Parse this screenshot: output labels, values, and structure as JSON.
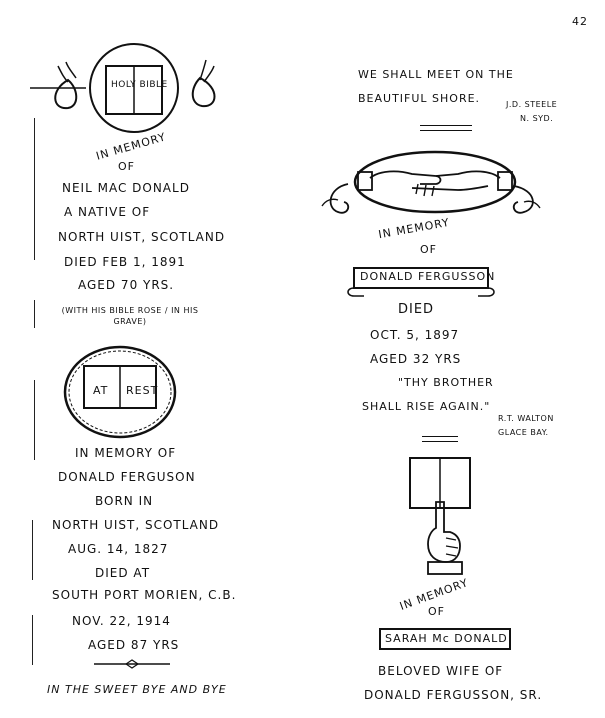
{
  "page": {
    "number": "42"
  },
  "left": {
    "bible_label": "HOLY BIBLE",
    "memory_arc": "IN MEMORY",
    "of": "OF",
    "neil": {
      "name": "NEIL MAC DONALD",
      "native": "A NATIVE OF",
      "place": "NORTH UIST, SCOTLAND",
      "died": "DIED FEB 1, 1891",
      "aged": "AGED 70 YRS.",
      "note": "(WITH HIS BIBLE ROSE / IN HIS GRAVE)"
    },
    "rest_label_1": "AT",
    "rest_label_2": "REST",
    "donald": {
      "heading": "IN MEMORY OF",
      "name": "DONALD FERGUSON",
      "born": "BORN IN",
      "place": "NORTH UIST, SCOTLAND",
      "birth_date": "AUG. 14, 1827",
      "died": "DIED AT",
      "death_place": "SOUTH PORT MORIEN, C.B.",
      "death_date": "NOV. 22, 1914",
      "aged": "AGED 87 YRS",
      "epitaph": "IN THE SWEET BYE AND BYE"
    }
  },
  "right": {
    "verse_line_1": "WE SHALL MEET ON THE",
    "verse_line_2": "BEAUTIFUL SHORE.",
    "credit_1": "J.D. STEELE",
    "credit_2": "N. SYD.",
    "memory_arc": "IN MEMORY",
    "of": "OF",
    "donald": {
      "name": "DONALD FERGUSSON",
      "died": "DIED",
      "date": "OCT. 5, 1897",
      "aged": "AGED 32 YRS",
      "verse_1": "\"THY BROTHER",
      "verse_2": "SHALL RISE AGAIN.\"",
      "credit_1": "R.T. WALTON",
      "credit_2": "GLACE BAY."
    },
    "memory_arc_2": "IN MEMORY",
    "of_2": "OF",
    "sarah": {
      "name": "SARAH Mc DONALD",
      "line_1": "BELOVED WIFE OF",
      "line_2": "DONALD FERGUSSON, SR."
    }
  }
}
